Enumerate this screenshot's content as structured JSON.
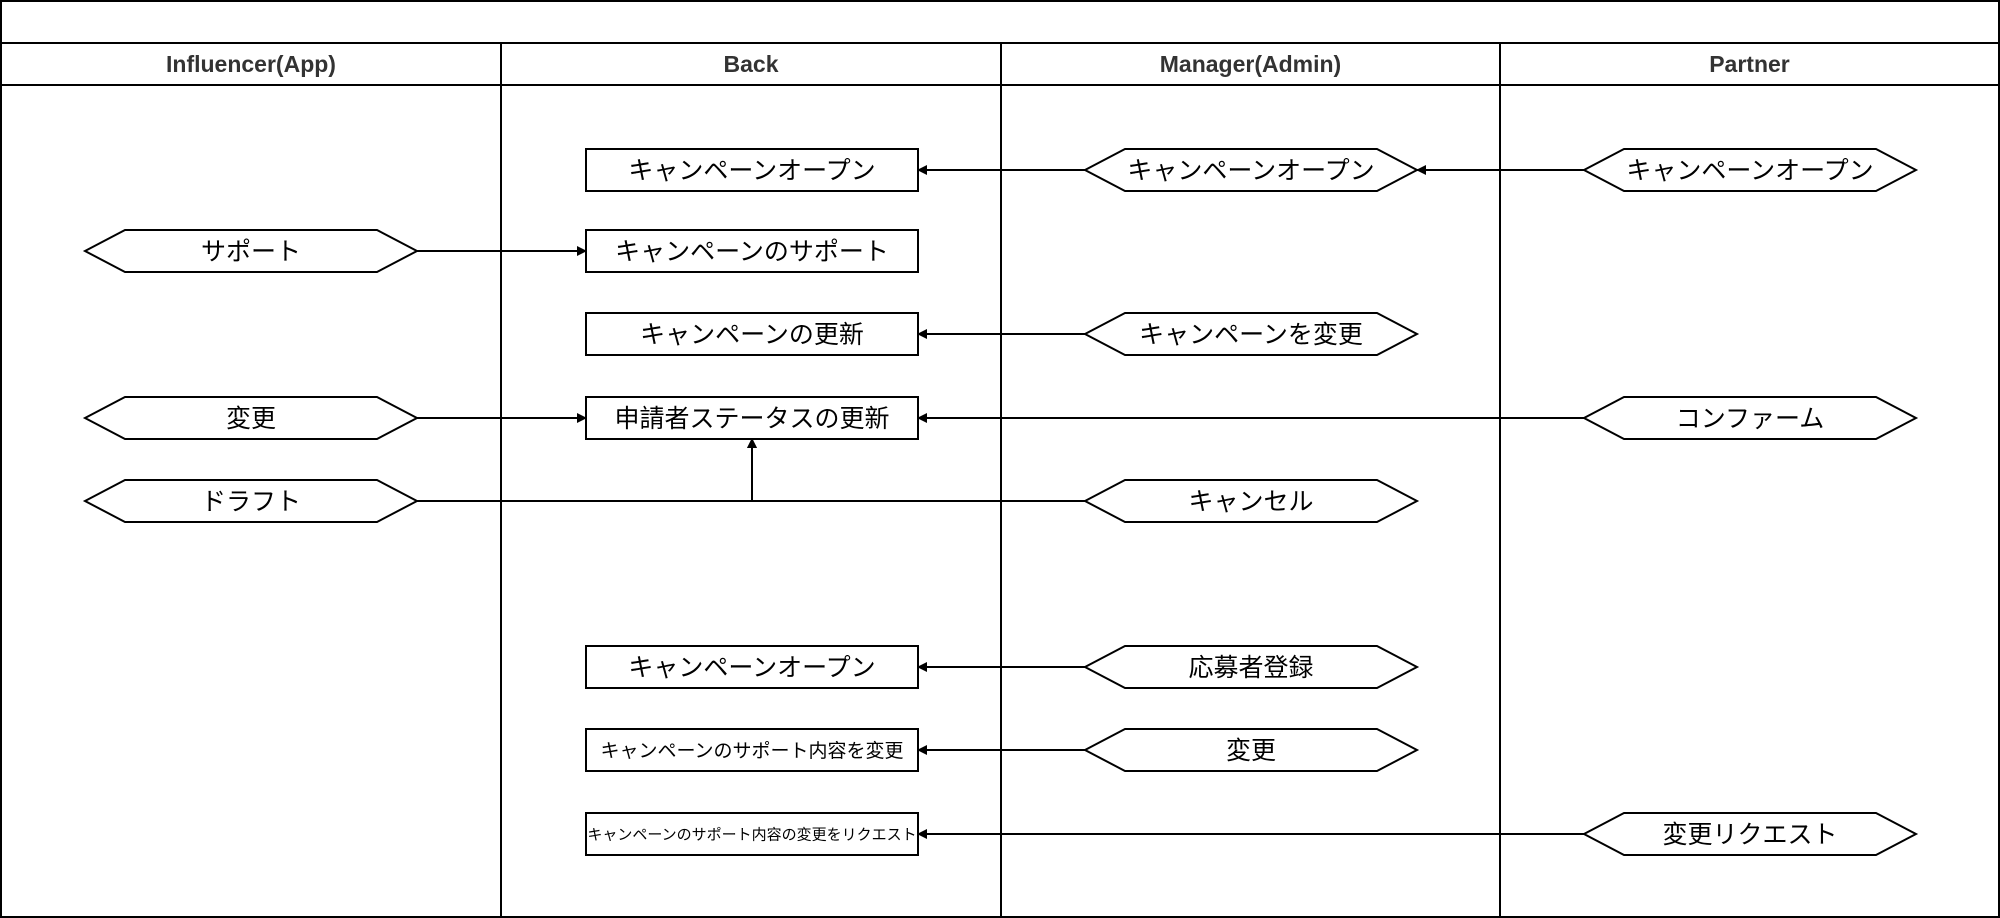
{
  "lanes": [
    {
      "id": "influencer",
      "title": "Influencer(App)"
    },
    {
      "id": "back",
      "title": "Back"
    },
    {
      "id": "manager",
      "title": "Manager(Admin)"
    },
    {
      "id": "partner",
      "title": "Partner"
    }
  ],
  "nodes": [
    {
      "id": "b1",
      "lane": "back",
      "shape": "rect",
      "label": "キャンペーンオープン"
    },
    {
      "id": "b2",
      "lane": "back",
      "shape": "rect",
      "label": "キャンペーンのサポート"
    },
    {
      "id": "b3",
      "lane": "back",
      "shape": "rect",
      "label": "キャンペーンの更新"
    },
    {
      "id": "b4",
      "lane": "back",
      "shape": "rect",
      "label": "申請者ステータスの更新"
    },
    {
      "id": "b5",
      "lane": "back",
      "shape": "rect",
      "label": "キャンペーンオープン"
    },
    {
      "id": "b6",
      "lane": "back",
      "shape": "rect",
      "label": "キャンペーンのサポート内容を変更"
    },
    {
      "id": "b7",
      "lane": "back",
      "shape": "rect",
      "label": "キャンペーンのサポート内容の変更をリクエスト"
    },
    {
      "id": "i1",
      "lane": "influencer",
      "shape": "hexagon",
      "label": "サポート"
    },
    {
      "id": "i2",
      "lane": "influencer",
      "shape": "hexagon",
      "label": "変更"
    },
    {
      "id": "i3",
      "lane": "influencer",
      "shape": "hexagon",
      "label": "ドラフト"
    },
    {
      "id": "m1",
      "lane": "manager",
      "shape": "hexagon",
      "label": "キャンペーンオープン"
    },
    {
      "id": "m2",
      "lane": "manager",
      "shape": "hexagon",
      "label": "キャンペーンを変更"
    },
    {
      "id": "m3",
      "lane": "manager",
      "shape": "hexagon",
      "label": "キャンセル"
    },
    {
      "id": "m4",
      "lane": "manager",
      "shape": "hexagon",
      "label": "応募者登録"
    },
    {
      "id": "m5",
      "lane": "manager",
      "shape": "hexagon",
      "label": "変更"
    },
    {
      "id": "p1",
      "lane": "partner",
      "shape": "hexagon",
      "label": "キャンペーンオープン"
    },
    {
      "id": "p2",
      "lane": "partner",
      "shape": "hexagon",
      "label": "コンファーム"
    },
    {
      "id": "p3",
      "lane": "partner",
      "shape": "hexagon",
      "label": "変更リクエスト"
    }
  ],
  "edges": [
    {
      "from": "p1",
      "to": "m1"
    },
    {
      "from": "m1",
      "to": "b1"
    },
    {
      "from": "i1",
      "to": "b2"
    },
    {
      "from": "m2",
      "to": "b3"
    },
    {
      "from": "i2",
      "to": "b4"
    },
    {
      "from": "p2",
      "to": "b4"
    },
    {
      "from": "i3",
      "to": "b4"
    },
    {
      "from": "m3",
      "to": "b4"
    },
    {
      "from": "m4",
      "to": "b5"
    },
    {
      "from": "m5",
      "to": "b6"
    },
    {
      "from": "p3",
      "to": "b7"
    }
  ]
}
